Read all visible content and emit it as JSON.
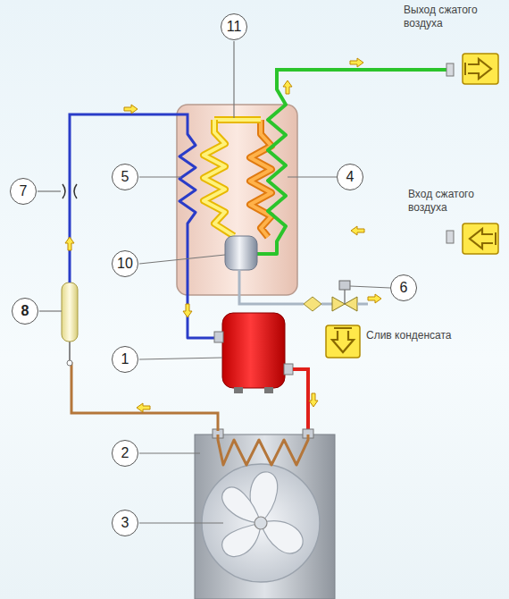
{
  "diagram": {
    "labels": [
      "11",
      "5",
      "4",
      "7",
      "10",
      "6",
      "8",
      "1",
      "2",
      "3",
      "Выход сжатого воздуха",
      "Вход сжатого воздуха",
      "Слив конденсата"
    ]
  }
}
